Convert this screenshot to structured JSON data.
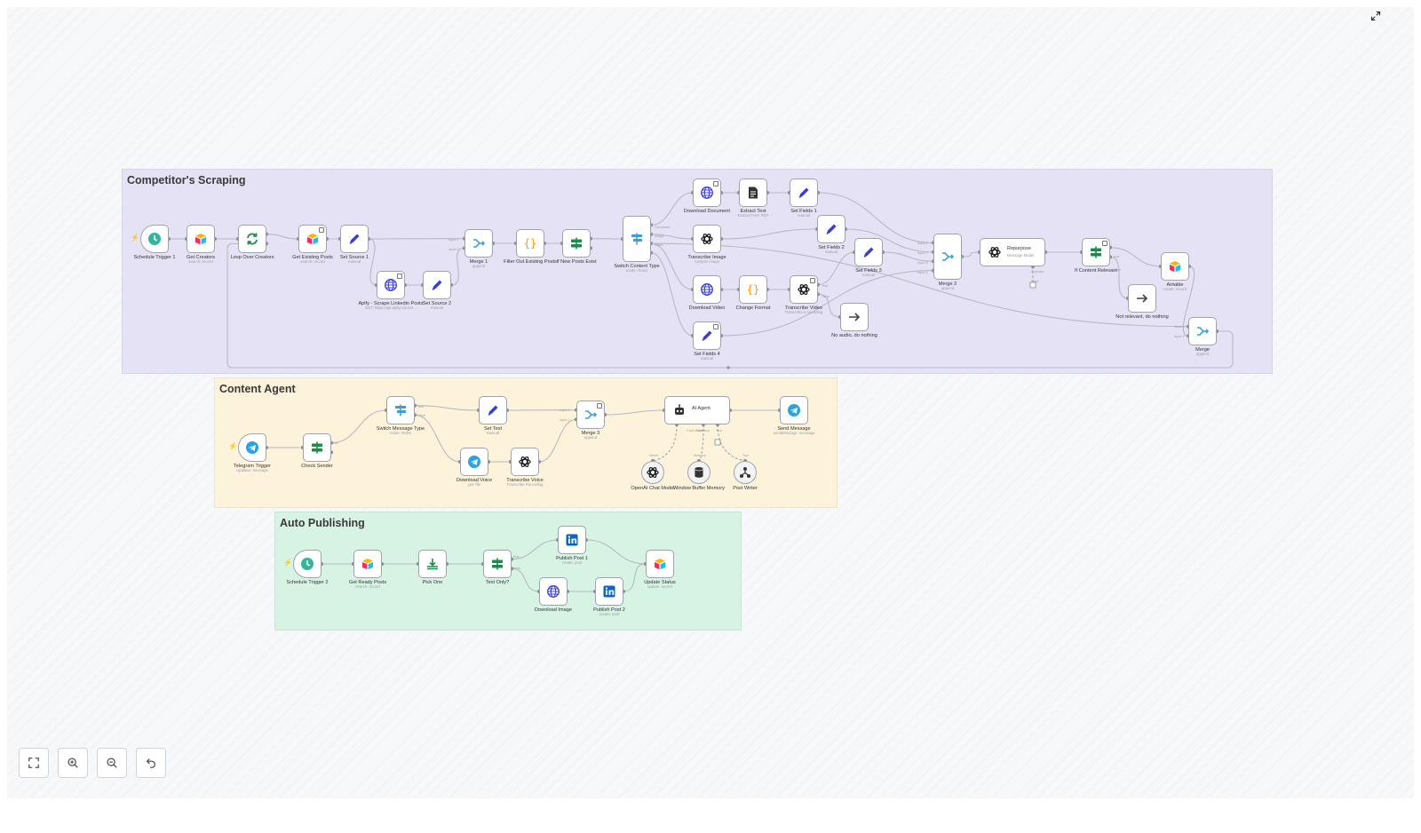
{
  "colors": {
    "violet": "#e6e2f6",
    "sand": "#fdf3da",
    "mint": "#d6f3e3",
    "edge": "#b7b9c2",
    "pin": "#8a8f99",
    "subEdge": "#a3a7af",
    "trigger": "#ff5a4e"
  },
  "groups": [
    {
      "id": "g1",
      "title": "Competitor's Scraping"
    },
    {
      "id": "g2",
      "title": "Content Agent"
    },
    {
      "id": "g3",
      "title": "Auto Publishing"
    }
  ],
  "nodes": [
    {
      "id": "st1",
      "title": "Schedule Trigger 1",
      "subtitle": "",
      "icon": "clock-icon"
    },
    {
      "id": "gc",
      "title": "Get Creators",
      "subtitle": "search: record",
      "icon": "airtable-icon"
    },
    {
      "id": "loc",
      "title": "Loop Over Creators",
      "subtitle": "",
      "icon": "loop-icon"
    },
    {
      "id": "gep",
      "title": "Get Existing Posts",
      "subtitle": "search: record",
      "icon": "airtable-icon"
    },
    {
      "id": "ss1",
      "title": "Set Source 1",
      "subtitle": "manual",
      "icon": "pencil-icon"
    },
    {
      "id": "apify",
      "title": "Apify - Scrape Linkedin Posts",
      "subtitle": "GET: https://api.apify.com/v2...",
      "icon": "globe-icon"
    },
    {
      "id": "ss2",
      "title": "Set Source 2",
      "subtitle": "manual",
      "icon": "pencil-icon"
    },
    {
      "id": "m1",
      "title": "Merge 1",
      "subtitle": "append",
      "icon": "merge-icon"
    },
    {
      "id": "foep",
      "title": "Filter Out Existing Posts",
      "subtitle": "",
      "icon": "code-icon"
    },
    {
      "id": "inpe",
      "title": "If New Posts Exist",
      "subtitle": "",
      "icon": "if-icon"
    },
    {
      "id": "sct",
      "title": "Switch Content Type",
      "subtitle": "mode: Rules",
      "icon": "switch-icon"
    },
    {
      "id": "dd",
      "title": "Download Document",
      "subtitle": "",
      "icon": "globe-icon"
    },
    {
      "id": "et",
      "title": "Extract Text",
      "subtitle": "Extract From PDF",
      "icon": "file-icon"
    },
    {
      "id": "sf1",
      "title": "Set Fields 1",
      "subtitle": "manual",
      "icon": "pencil-icon"
    },
    {
      "id": "ti",
      "title": "Transcribe Image",
      "subtitle": "Analyze image",
      "icon": "openai-icon"
    },
    {
      "id": "sf2",
      "title": "Set Fields 2",
      "subtitle": "manual",
      "icon": "pencil-icon"
    },
    {
      "id": "sf3",
      "title": "Set Fields 3",
      "subtitle": "manual",
      "icon": "pencil-icon"
    },
    {
      "id": "m2",
      "title": "Merge 2",
      "subtitle": "append",
      "icon": "merge-icon"
    },
    {
      "id": "rep",
      "title": "Repurpose",
      "subtitle": "Message Model",
      "icon": "openai-icon"
    },
    {
      "id": "icr",
      "title": "If Content Relevant",
      "subtitle": "",
      "icon": "if-icon"
    },
    {
      "id": "at",
      "title": "Airtable",
      "subtitle": "create: record",
      "icon": "airtable-icon"
    },
    {
      "id": "nrdn",
      "title": "Not relevant, do nothing",
      "subtitle": "",
      "icon": "arrow-right-icon"
    },
    {
      "id": "dv",
      "title": "Download Video",
      "subtitle": "",
      "icon": "globe-icon"
    },
    {
      "id": "cf",
      "title": "Change Format",
      "subtitle": "",
      "icon": "code-icon"
    },
    {
      "id": "tv",
      "title": "Transcribe Video",
      "subtitle": "Transcribe a recording",
      "icon": "openai-icon"
    },
    {
      "id": "nadn",
      "title": "No audio, do nothing",
      "subtitle": "",
      "icon": "arrow-right-icon"
    },
    {
      "id": "sf4",
      "title": "Set Fields 4",
      "subtitle": "manual",
      "icon": "pencil-icon"
    },
    {
      "id": "mg",
      "title": "Merge",
      "subtitle": "append",
      "icon": "merge-icon"
    },
    {
      "id": "tt",
      "title": "Telegram Trigger",
      "subtitle": "Updates: message",
      "icon": "telegram-icon"
    },
    {
      "id": "cs",
      "title": "Check Sender",
      "subtitle": "",
      "icon": "if-icon"
    },
    {
      "id": "smt",
      "title": "Switch Message Type",
      "subtitle": "mode: Rules",
      "icon": "switch-icon"
    },
    {
      "id": "stx",
      "title": "Set Text",
      "subtitle": "manual",
      "icon": "pencil-icon"
    },
    {
      "id": "dvo",
      "title": "Download Voice",
      "subtitle": "get: file",
      "icon": "telegram-icon"
    },
    {
      "id": "tvo",
      "title": "Transcribe Voice",
      "subtitle": "Transcribe Recording",
      "icon": "openai-icon"
    },
    {
      "id": "m3",
      "title": "Merge 3",
      "subtitle": "append",
      "icon": "merge-icon"
    },
    {
      "id": "aia",
      "title": "AI Agent",
      "subtitle": "",
      "icon": "robot-icon"
    },
    {
      "id": "smsg",
      "title": "Send Message",
      "subtitle": "sendMessage: message",
      "icon": "telegram-icon"
    },
    {
      "id": "ocm",
      "title": "OpenAI Chat Model",
      "subtitle": "",
      "icon": "openai-icon"
    },
    {
      "id": "wbm",
      "title": "Window Buffer Memory",
      "subtitle": "",
      "icon": "database-icon"
    },
    {
      "id": "pw",
      "title": "Post Writer",
      "subtitle": "",
      "icon": "workflow-icon"
    },
    {
      "id": "st2",
      "title": "Schedule Trigger 2",
      "subtitle": "",
      "icon": "clock-icon"
    },
    {
      "id": "grp",
      "title": "Get Ready Posts",
      "subtitle": "search: record",
      "icon": "airtable-icon"
    },
    {
      "id": "po",
      "title": "Pick One",
      "subtitle": "",
      "icon": "download-icon"
    },
    {
      "id": "to",
      "title": "Text Only?",
      "subtitle": "",
      "icon": "if-icon"
    },
    {
      "id": "pp1",
      "title": "Publish Post 1",
      "subtitle": "create: post",
      "icon": "linkedin-icon"
    },
    {
      "id": "di",
      "title": "Download Image",
      "subtitle": "",
      "icon": "globe-icon"
    },
    {
      "id": "pp2",
      "title": "Publish Post 2",
      "subtitle": "create: post",
      "icon": "linkedin-icon"
    },
    {
      "id": "us",
      "title": "Update Status",
      "subtitle": "update: record",
      "icon": "airtable-icon"
    }
  ],
  "tags": [
    {
      "text": "Document"
    },
    {
      "text": "Image"
    },
    {
      "text": "Video"
    },
    {
      "text": "Input 1"
    },
    {
      "text": "Input 2"
    },
    {
      "text": "Input 1"
    },
    {
      "text": "Input 2"
    },
    {
      "text": "Input 3"
    },
    {
      "text": "Input 4"
    },
    {
      "text": "Input 1"
    },
    {
      "text": "Input 2"
    },
    {
      "text": "Input 1"
    },
    {
      "text": "Input 2"
    },
    {
      "text": "true"
    },
    {
      "text": "false"
    },
    {
      "text": "true"
    },
    {
      "text": "false"
    },
    {
      "text": "Text"
    },
    {
      "text": "Voice"
    },
    {
      "text": "true"
    },
    {
      "text": "Chat Model*"
    },
    {
      "text": "Memory"
    },
    {
      "text": "Tool"
    },
    {
      "text": "Model"
    },
    {
      "text": "Memory"
    },
    {
      "text": "Tool"
    },
    {
      "text": "true"
    },
    {
      "text": "false"
    },
    {
      "text": "Success"
    },
    {
      "text": "Error"
    }
  ],
  "controls": {
    "fit": "fit-view-icon",
    "zoomIn": "zoom-in-icon",
    "zoomOut": "zoom-out-icon",
    "reset": "reset-zoom-icon",
    "fullscreen": "expand-icon"
  }
}
